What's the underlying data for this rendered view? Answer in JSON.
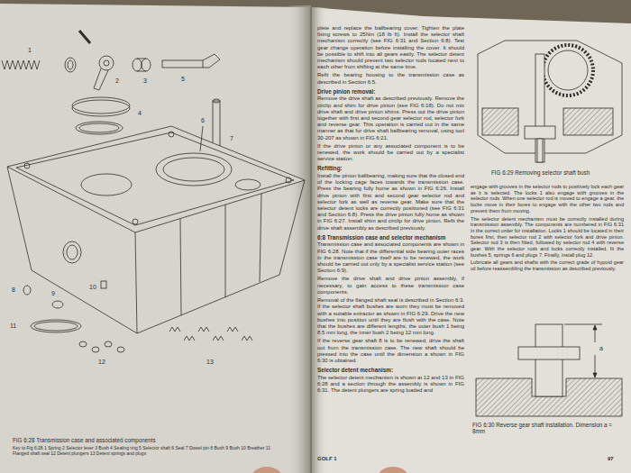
{
  "diagram": {
    "labels": [
      "1",
      "2",
      "3",
      "4",
      "5",
      "6",
      "7",
      "8",
      "9",
      "10",
      "11",
      "12",
      "13",
      "FIG 6:28 Transmission case and associated components",
      "Key to Fig 6:28  1 Spring  2 Selector lever  3 Bush  4 Sealing ring  5 Selector shaft  6 Seal  7 Dowel pin  8 Bush  9 Bush  10 Breather  11 Flanged shaft seal  12 Detent plungers  13 Detent springs and plugs",
      "plete and replace the ballbearing cover. Tighten the plate fixing screws to 25Nm (18 lb ft). Install the selector shaft mechanism correctly (see FIG 6:31 and Section 6:8). Test gear change operation before installing the cover. It should be possible to shift into all gears easily. The selector detent mechanism should prevent two selector rods located next to each other from shifting at the same time.",
      "Refit the bearing housing to the transmission case as described in Section 6:5.",
      "Drive pinion removal:",
      "Remove the drive shaft as described previously. Remove the circlip and shim for drive pinion (see FIG 6:18). Do not mix drive shaft and drive pinion shims. Press out the drive pinion together with first and second gear selector rod, selector fork and reverse gear. This operation is carried out in the same manner as that for drive shaft ballbearing removal, using tool 30-207 as shown in FIG 6:21.",
      "If the drive pinion or any associated component is to be renewed, the work should be carried out by a specialist service station.",
      "Refitting:",
      "Install the pinion ballbearing, making sure that the closed end of the locking cage faces towards the transmission case. Press the bearing fully home as shown in FIG 6:26. Install drive pinion with first and second gear selector rod and selector fork as well as reverse gear. Make sure that the selector detent locks are correctly positioned (see FIG 6:31 and Section 6:8). Press the drive pinion fully home as shown in FIG 6:27. Install shim and circlip for drive pinion. Refit the drive shaft assembly as described previously.",
      "6:8 Transmission case and selector mechanism",
      "Transmission case and associated components are shown in FIG 6:28. Note that if the differential side bearing outer races in the transmission case itself are to be renewed, the work should be carried out only by a specialist service station (see Section 6:9).",
      "Remove the drive shaft and drive pinion assembly, if necessary, to gain access to these transmission case components.",
      "Removal of the flanged shaft seal is described in Section 6:3. If the selector shaft bushes are worn they must be removed with a suitable extractor as shown in FIG 6:29. Drive the new bushes into position until they are flush with the case. Note that the bushes are different lengths, the outer bush 1 being 8.5 mm long, the inner bush 2 being 12 mm long.",
      "If the reverse gear shaft 8 is to be renewed, drive the shaft out from the transmission case. The new shaft should be pressed into the case until the dimension a shown in FIG 6:30 is obtained.",
      "Selector detent mechanism:",
      "The selector detent mechanism is shown at 12 and 13 in FIG 6:28 and a section through the assembly is shown in FIG 6:31. The detent plungers are spring loaded and",
      "engage with grooves in the selector rods to positively lock each gear as it is selected. The locks 1 also engage with grooves in the selector rods. When one selector rod is moved to engage a gear, the locks move in their bores to engage with the other two rods and prevent them from moving.",
      "The selector detent mechanism must be correctly installed during transmission assembly. The components are numbered in FIG 6:31 in the correct order for installation. Locks 1 should be located in their bores first, then selector rod 2 with selector fork and drive pinion. Selector rod 3 is then fitted, followed by selector rod 4 with reverse gear. With the selector rods and locks correctly installed, fit the bushes 5, springs 6 and plugs 7. Finally, install plug 12.",
      "Lubricate all gears and shafts with the correct grade of hypoid gear oil before reassembling the transmission as described previously.",
      "FIG 6:29 Removing selector shaft bush",
      "a",
      "FIG 6:30 Reverse gear shaft installation. Dimension a = 8mm",
      "GOLF 1",
      "97"
    ]
  }
}
